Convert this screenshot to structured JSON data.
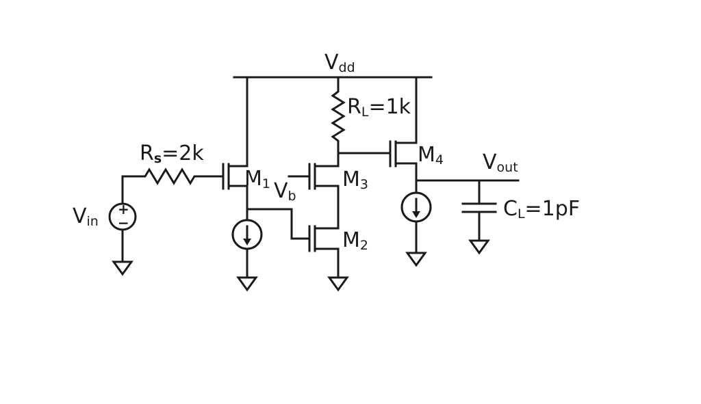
{
  "nodes": {
    "vdd": {
      "main": "V",
      "sub": "dd"
    },
    "vout": {
      "main": "V",
      "sub": "out"
    },
    "vb": {
      "main": "V",
      "sub": "b"
    }
  },
  "components": {
    "source": {
      "main": "V",
      "sub": "in",
      "plus": "+",
      "minus": "−"
    },
    "rs": {
      "main": "R",
      "sub": "s",
      "value": "=2k"
    },
    "rl": {
      "main": "R",
      "sub": "L",
      "value": "=1k"
    },
    "cl": {
      "main": "C",
      "sub": "L",
      "value": "=1pF"
    },
    "m1": {
      "main": "M",
      "sub": "1"
    },
    "m2": {
      "main": "M",
      "sub": "2"
    },
    "m3": {
      "main": "M",
      "sub": "3"
    },
    "m4": {
      "main": "M",
      "sub": "4"
    }
  }
}
